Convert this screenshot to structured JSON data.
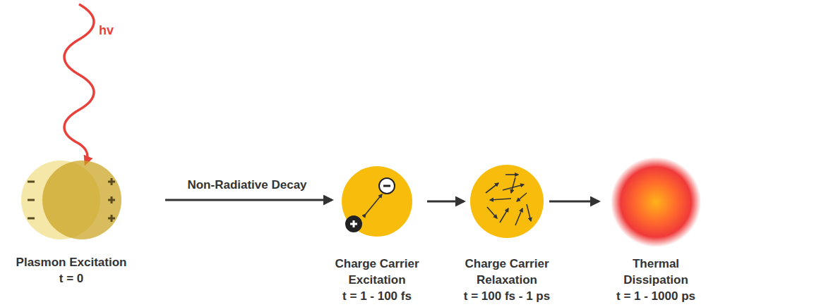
{
  "diagram": {
    "nodes": [
      {
        "text": [
          "Plasmon Excitation",
          "t = 0"
        ]
      },
      {
        "text": [
          "Charge Carrier Excitation",
          "t = 1 - 100 fs"
        ]
      },
      {
        "text": [
          "Charge Carrier Relaxation",
          "t = 100 fs - 1 ps"
        ]
      },
      {
        "text": [
          "Thermal Dissipation",
          "t = 1 - 1000 ps"
        ]
      }
    ],
    "edges": [
      {
        "from": 0,
        "to": 1,
        "label": "Non-Radiative Decay",
        "arrow": "to"
      },
      {
        "from": 1,
        "to": 2,
        "arrow": "to"
      },
      {
        "from": 2,
        "to": 3,
        "arrow": "to"
      }
    ],
    "labels": [
      "hv"
    ]
  }
}
